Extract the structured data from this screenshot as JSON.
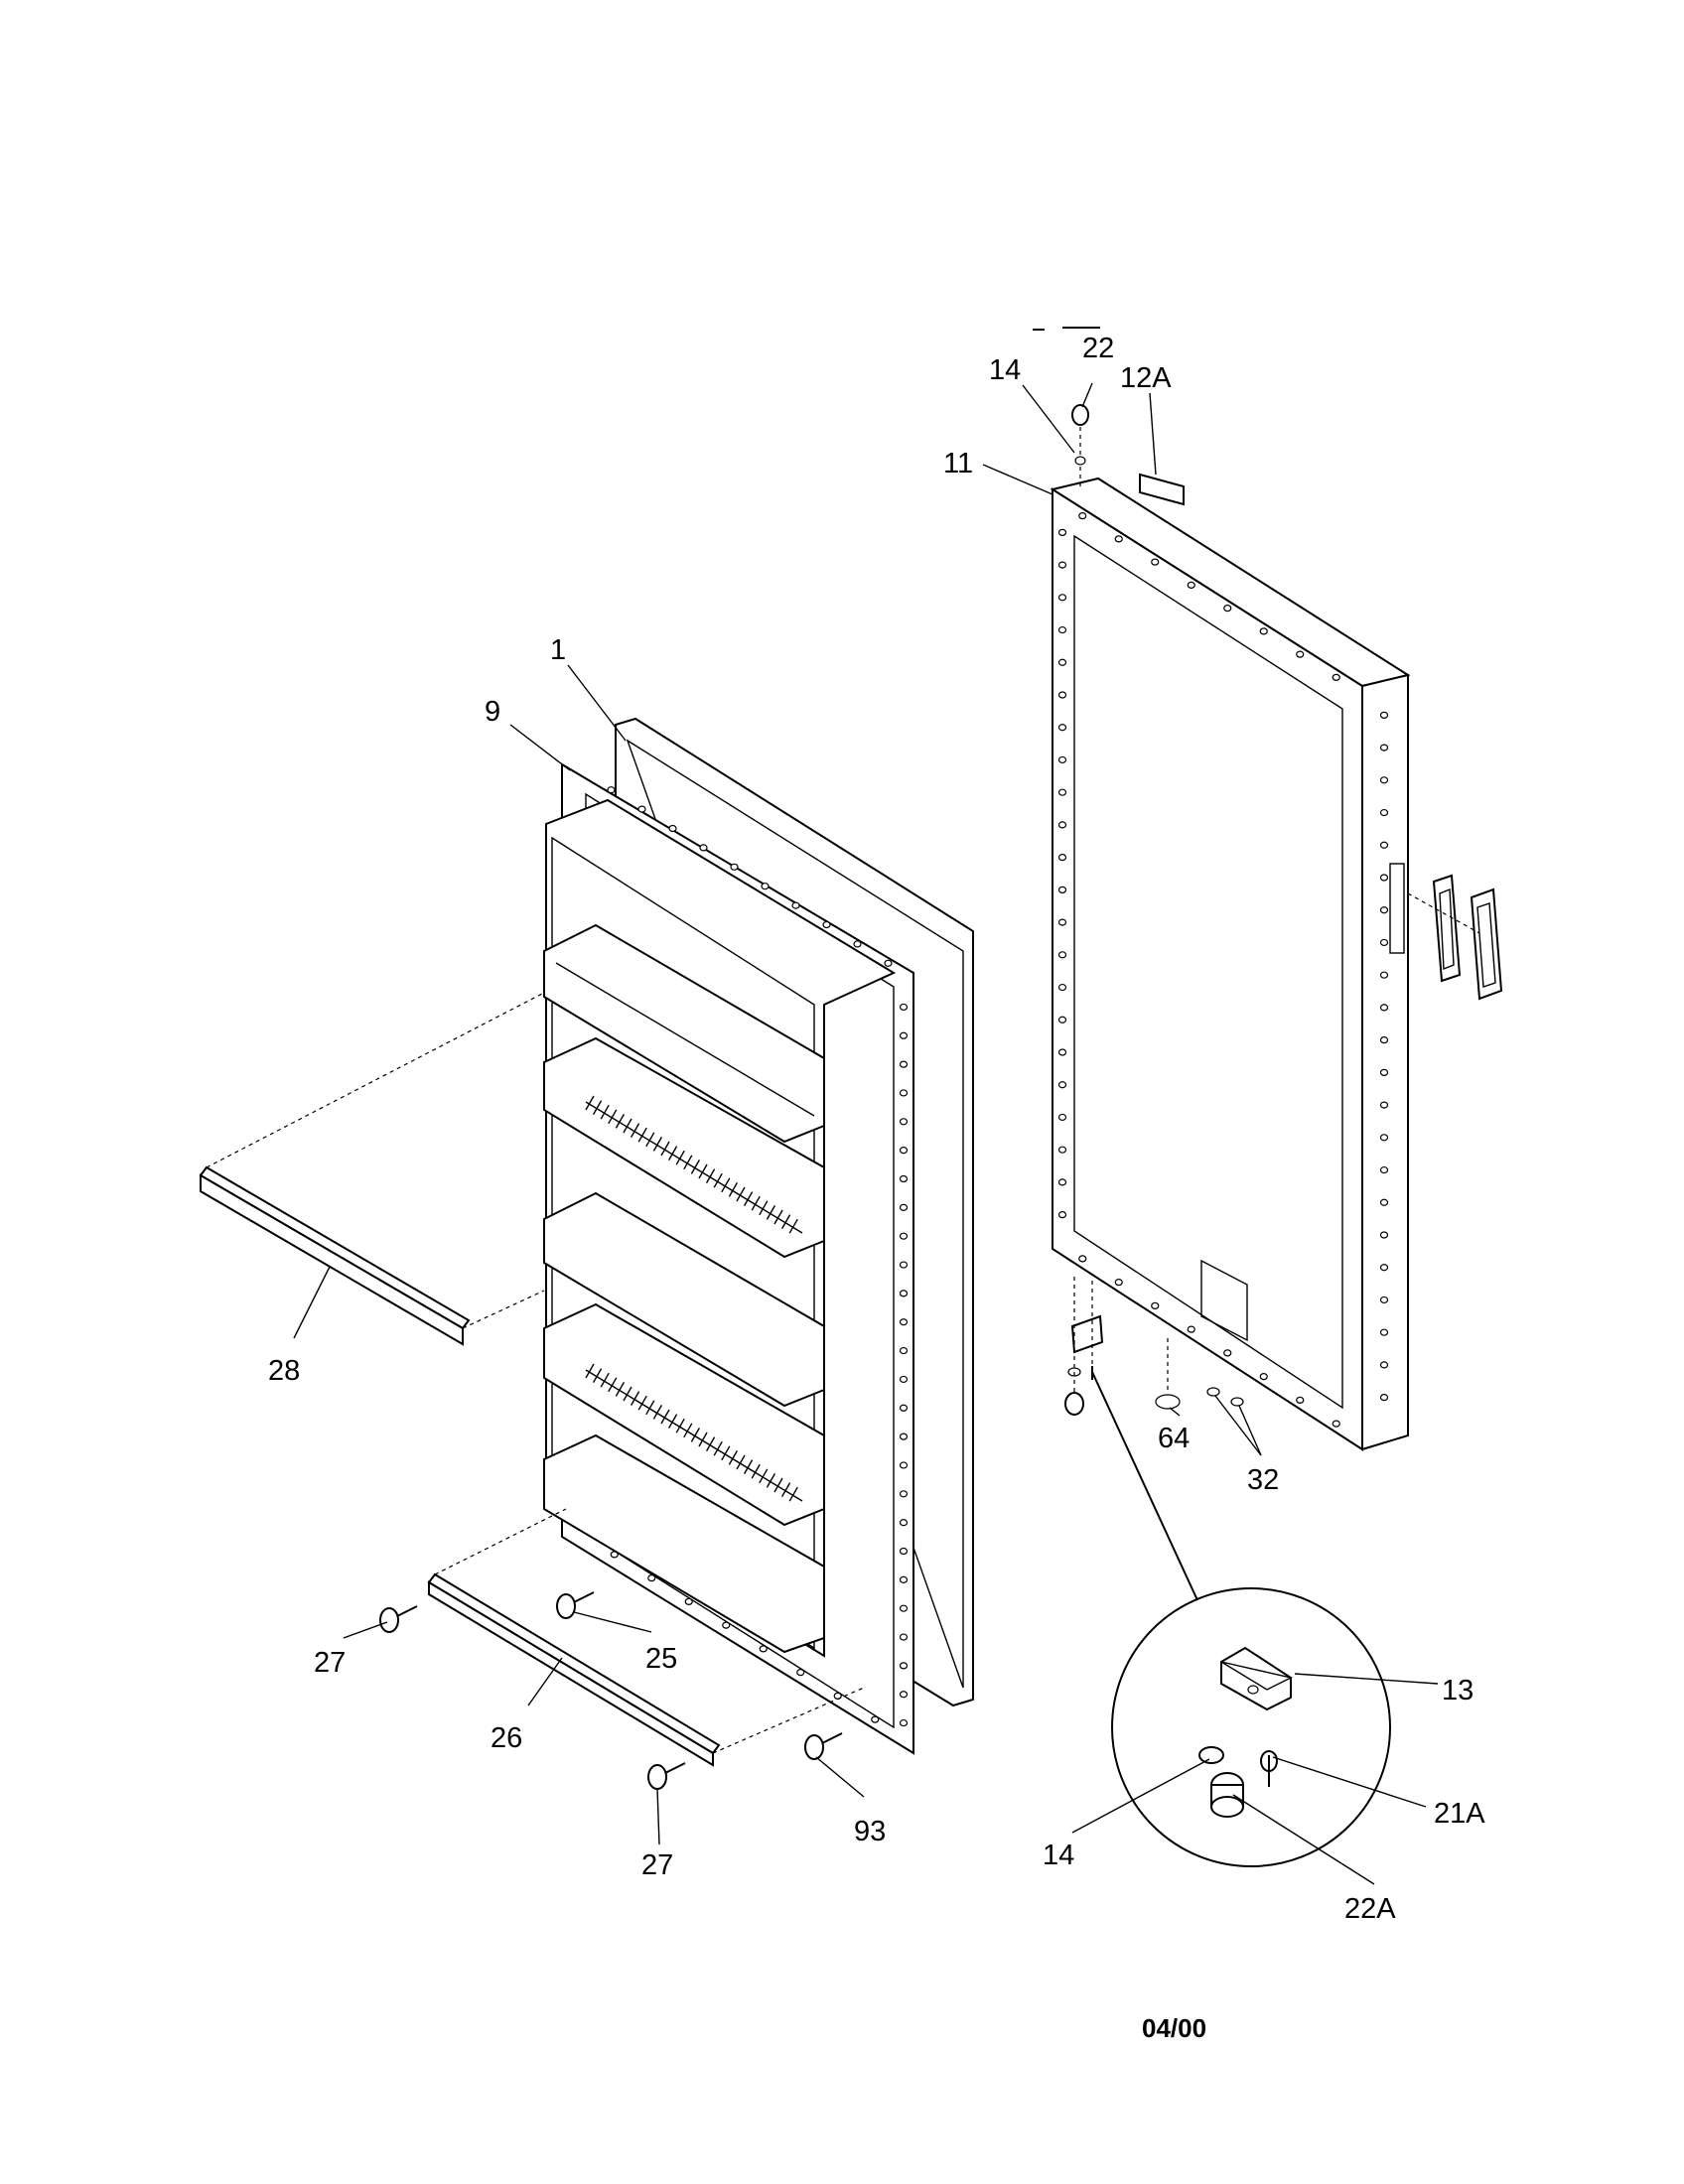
{
  "labels": {
    "l22": "22",
    "l14_top": "14",
    "l12A": "12A",
    "l11": "11",
    "l1": "1",
    "l9": "9",
    "l28": "28",
    "l64": "64",
    "l32": "32",
    "l13": "13",
    "l27_left": "27",
    "l25": "25",
    "l26": "26",
    "l21A": "21A",
    "l14_detail": "14",
    "l27_bottom": "27",
    "l93": "93",
    "l22A": "22A"
  },
  "footer": {
    "date_code": "04/00"
  }
}
